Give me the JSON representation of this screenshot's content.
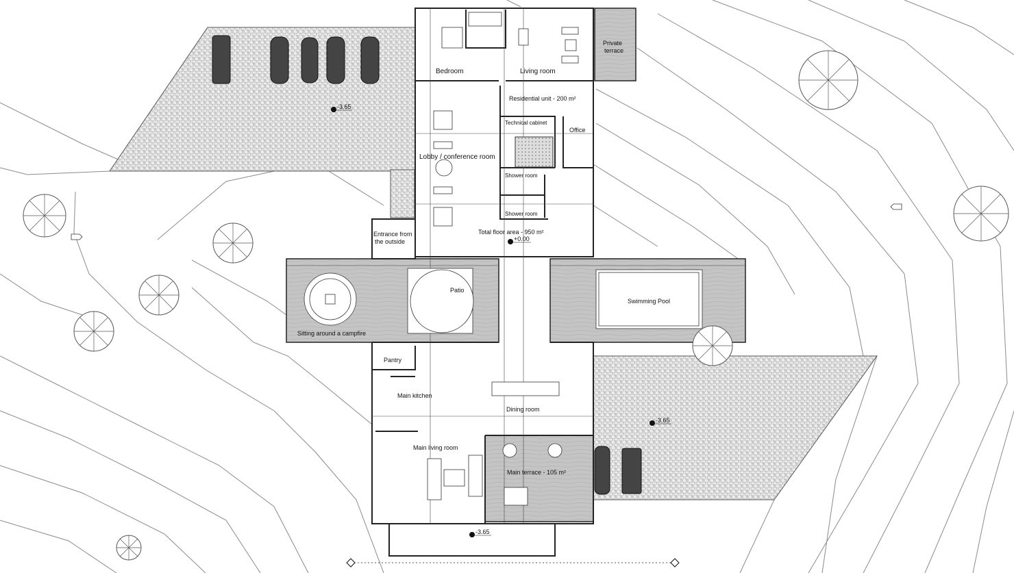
{
  "plan": {
    "rooms": {
      "bedroom": "Bedroom",
      "living_room": "Living room",
      "private_terrace_line1": "Private",
      "private_terrace_line2": "terrace",
      "residential_unit": "Residential unit - 200 m²",
      "technical_cabinet": "Technical cabinet",
      "office": "Office",
      "lobby": "Lobby / conference room",
      "shower_room_1": "Shower room",
      "shower_room_2": "Shower room",
      "entrance_line1": "Entrance from",
      "entrance_line2": "the outside",
      "total_floor_area": "Total floor area - 950 m²",
      "campfire": "Sitting around a campfire",
      "patio": "Patio",
      "swimming_pool": "Swimming Pool",
      "pantry": "Pantry",
      "main_kitchen": "Main kitchen",
      "dining_room": "Dining room",
      "main_living_room": "Main living room",
      "main_terrace": "Main terrace - 105 m²"
    },
    "elevations": {
      "parking_top": "-3.65",
      "ground_floor": "+0.00",
      "parking_right": "-3.65",
      "bottom_slab": "-3.65"
    },
    "colors": {
      "deck": "#bdbdbd",
      "paving": "#e6e6e6",
      "wall": "#222222",
      "contour": "#8a8a8a"
    }
  }
}
